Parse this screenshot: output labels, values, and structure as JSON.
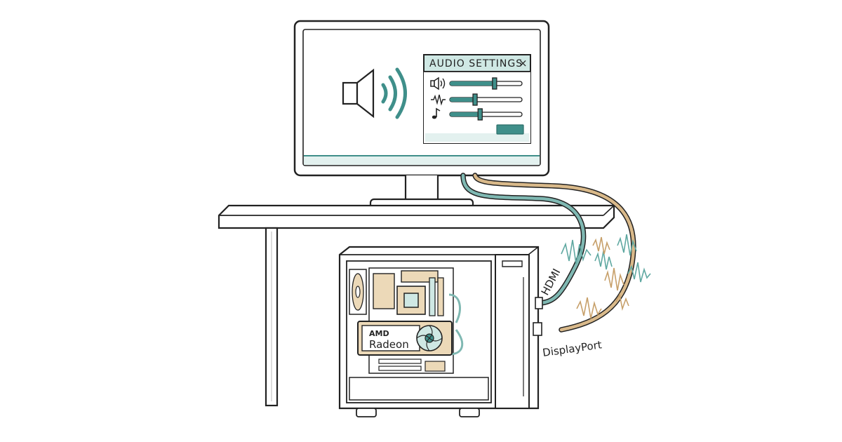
{
  "dialog": {
    "title": "AUDIO SETTINGS",
    "close_glyph": "×",
    "sliders": [
      {
        "icon": "speaker-icon",
        "level": 0.62
      },
      {
        "icon": "waveform-icon",
        "level": 0.35
      },
      {
        "icon": "music-note-icon",
        "level": 0.42
      }
    ]
  },
  "gpu": {
    "brand": "AMD",
    "model": "Radeon"
  },
  "cables": {
    "hdmi_label": "HDMI",
    "displayport_label": "DisplayPort"
  },
  "colors": {
    "ink": "#222222",
    "teal": "#3f8f8a",
    "teal_light": "#cfe8e4",
    "tan": "#c7a06a",
    "tan_light": "#ecd9b8"
  }
}
